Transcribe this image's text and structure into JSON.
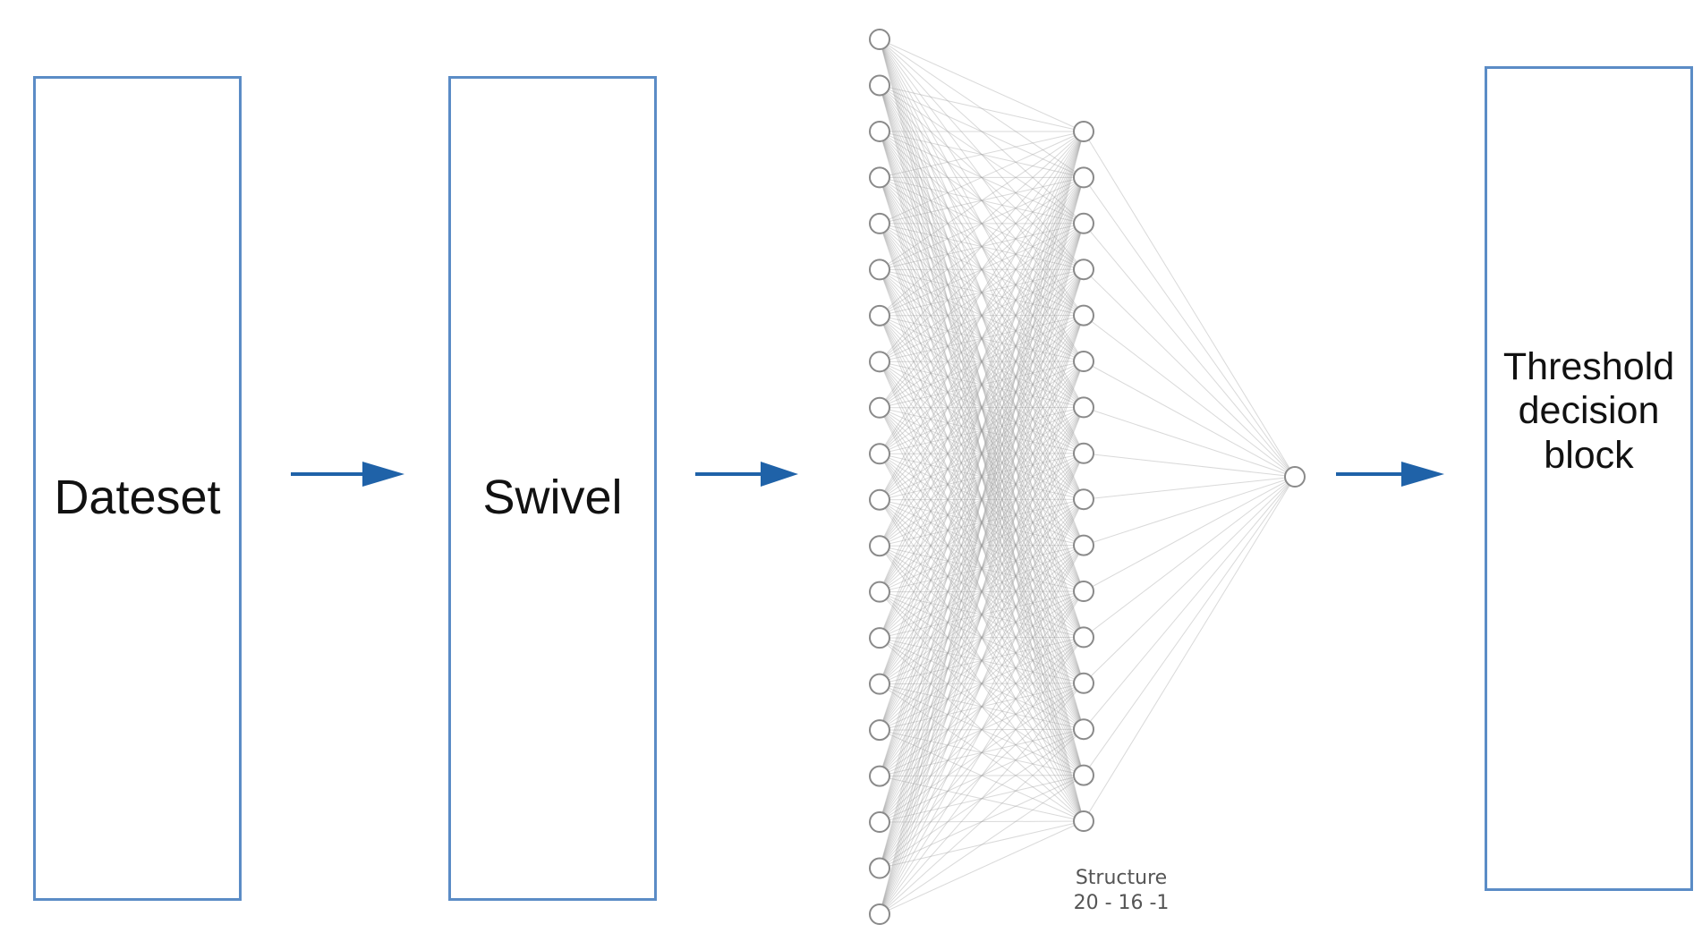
{
  "stages": {
    "dataset": {
      "label": "Dateset"
    },
    "swivel": {
      "label": "Swivel"
    },
    "threshold": {
      "label": "Threshold\ndecision\nblock"
    }
  },
  "network": {
    "caption_line1": "Structure",
    "caption_line2": "20 - 16 -1",
    "layers": [
      20,
      16,
      1
    ]
  },
  "colors": {
    "box_border": "#5b8cc6",
    "arrow": "#1f62a8",
    "node_stroke": "#8a8a8a",
    "edge": "#9a9a9a"
  }
}
